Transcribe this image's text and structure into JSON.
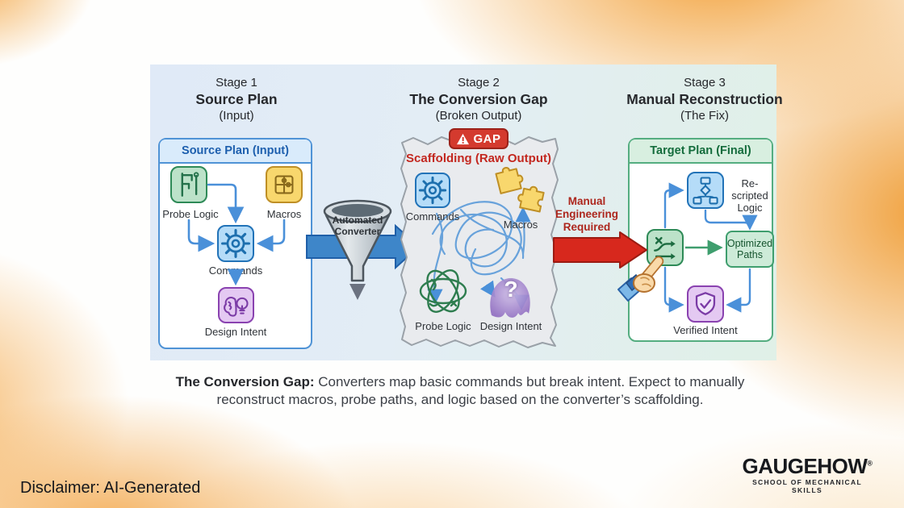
{
  "diagram": {
    "stages": [
      {
        "kicker": "Stage 1",
        "title": "Source Plan",
        "subtitle": "(Input)",
        "panel_title": "Source Plan (Input)",
        "nodes": {
          "probe": "Probe Logic",
          "macros": "Macros",
          "commands": "Commands",
          "design": "Design Intent"
        }
      },
      {
        "kicker": "Stage 2",
        "title": "The Conversion Gap",
        "subtitle": "(Broken Output)",
        "badge": "GAP",
        "panel_title": "Scaffolding (Raw Output)",
        "nodes": {
          "commands": "Commands",
          "macros": "Macros",
          "probe": "Probe Logic",
          "design": "Design Intent"
        },
        "design_symbol": "?"
      },
      {
        "kicker": "Stage 3",
        "title": "Manual Reconstruction",
        "subtitle": "(The Fix)",
        "panel_title": "Target Plan (Final)",
        "nodes": {
          "rescripted": "Re-scripted Logic",
          "optimized": "Optimized Paths",
          "verified": "Verified Intent"
        }
      }
    ],
    "funnel": {
      "line1": "Automated",
      "line2": "Converter"
    },
    "manual_note": {
      "line1": "Manual",
      "line2": "Engineering",
      "line3": "Required"
    }
  },
  "caption": {
    "bold": "The Conversion Gap:",
    "text": " Converters map basic commands but break intent. Expect to manually reconstruct macros, probe paths, and logic based on the converter’s scaffolding."
  },
  "footer": {
    "disclaimer": "Disclaimer: AI-Generated",
    "brand": "GAUGEHOW",
    "brand_mark": "®",
    "brand_sub": "SCHOOL OF MECHANICAL SKILLS"
  },
  "colors": {
    "accent_blue": "#4a90d9",
    "accent_green": "#3f9e6e",
    "alert_red": "#d43a2e",
    "stage_bg_left": "#e0eaf7",
    "stage_bg_right": "#e0f0e7",
    "orange": "#f2a341"
  }
}
